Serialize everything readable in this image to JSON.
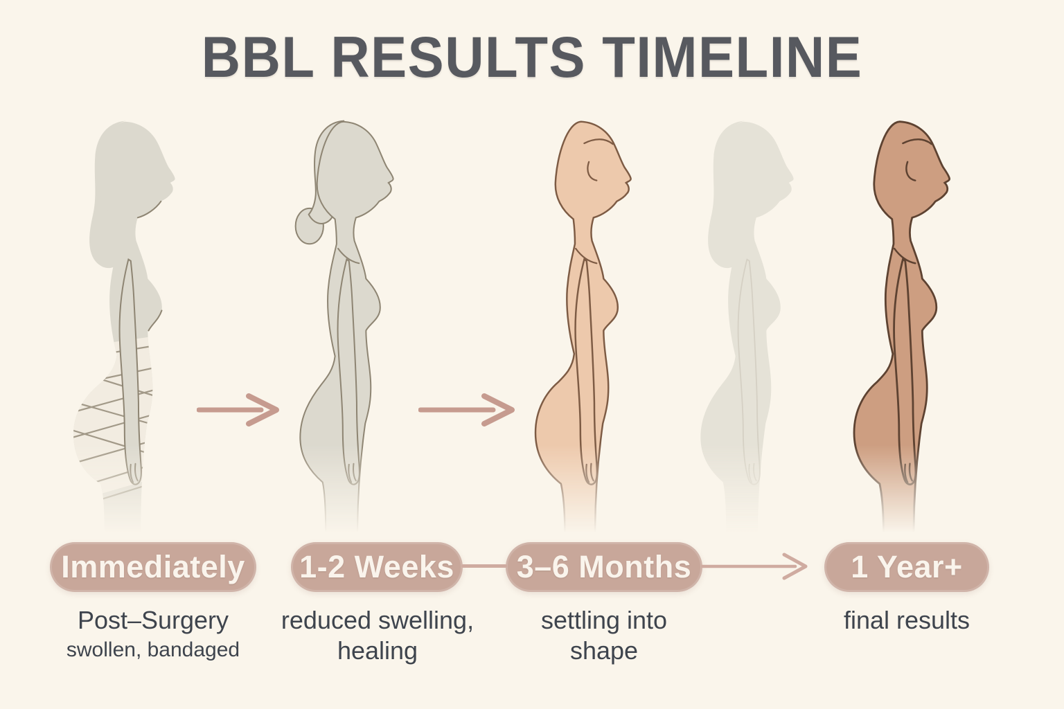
{
  "title": "BBL RESULTS TIMELINE",
  "stages": [
    {
      "pill": "Immediately",
      "caption1": "Post–Surgery",
      "caption2": "swollen, bandaged",
      "figure": "post-surgery-bandaged-silhouette"
    },
    {
      "pill": "1-2 Weeks",
      "caption1": "reduced swelling,",
      "caption2": "healing",
      "figure": "healing-gray-silhouette"
    },
    {
      "pill": "3–6 Months",
      "caption1": "settling into",
      "caption2": "shape",
      "figure": "settling-skin-tone-silhouette"
    },
    {
      "pill": "1 Year+",
      "caption1": "final results",
      "caption2": "",
      "figure": "final-results-tan-silhouette"
    }
  ],
  "extra_figure": "faded-transition-silhouette",
  "palette": {
    "bg": "#faf5eb",
    "title-color": "#57595f",
    "caption-color": "#3e444d",
    "pill-bg": "#c8a79a",
    "pill-text": "#faf4ec",
    "arrow-mid": "#c69b8f",
    "arrow-bottom": "#cfaba0",
    "fig-gray-fill": "#dcd9ce",
    "fig-gray-stroke": "#8e8573",
    "fig-ghost-fill": "#e1ded3",
    "fig-ghost-stroke": "#cdc9bc",
    "fig-skin-fill": "#edc9ac",
    "fig-skin-stroke": "#7d5b44",
    "fig-tan-fill": "#cd9e81",
    "fig-tan-stroke": "#5d4231",
    "bandage-fill": "#f2ede1",
    "bandage-stroke": "#8d8472"
  }
}
